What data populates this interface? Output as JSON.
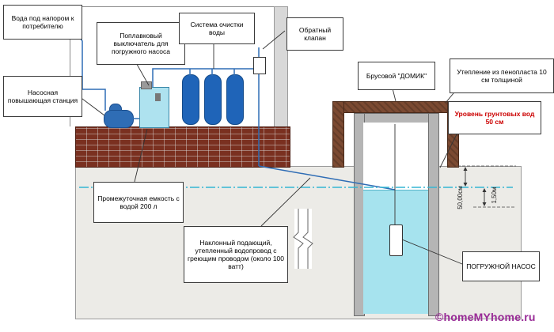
{
  "labels": {
    "water_to_consumer": "Вода под напором к потребителю",
    "float_switch": "Поплавковый выключатель для погружного насоса",
    "purification": "Система очистки воды",
    "check_valve": "Обратный клапан",
    "pump_station": "Насосная повышающая станция",
    "timber_house": "Брусовой \"ДОМИК\"",
    "insulation": "Утепление из пенопласта 10 см толщиной",
    "groundwater": "Уровень грунтовых вод 50 см",
    "tank": "Промежуточная емкость с водой 200 л",
    "inclined_pipe": "Наклонный подающий, утепленный водопровод с греющим проводом (около 100 ватт)",
    "submersible_pump": "ПОГРУЖНОЙ НАСОС"
  },
  "dimensions": {
    "surface_to_groundwater": "50,00см",
    "pipe_depth": "1,50м"
  },
  "watermark": "©homeMYhome.ru",
  "colors": {
    "pipe_blue": "#2f6db5",
    "water_cyan": "#a6e3ee",
    "groundwater_line": "#35b6d4",
    "foundation_brick": "#7a3020",
    "timber_frame": "#7b4a32",
    "ground_gray": "#ecebe7",
    "accent_red": "#cc0000",
    "watermark_purple": "#982a96"
  }
}
